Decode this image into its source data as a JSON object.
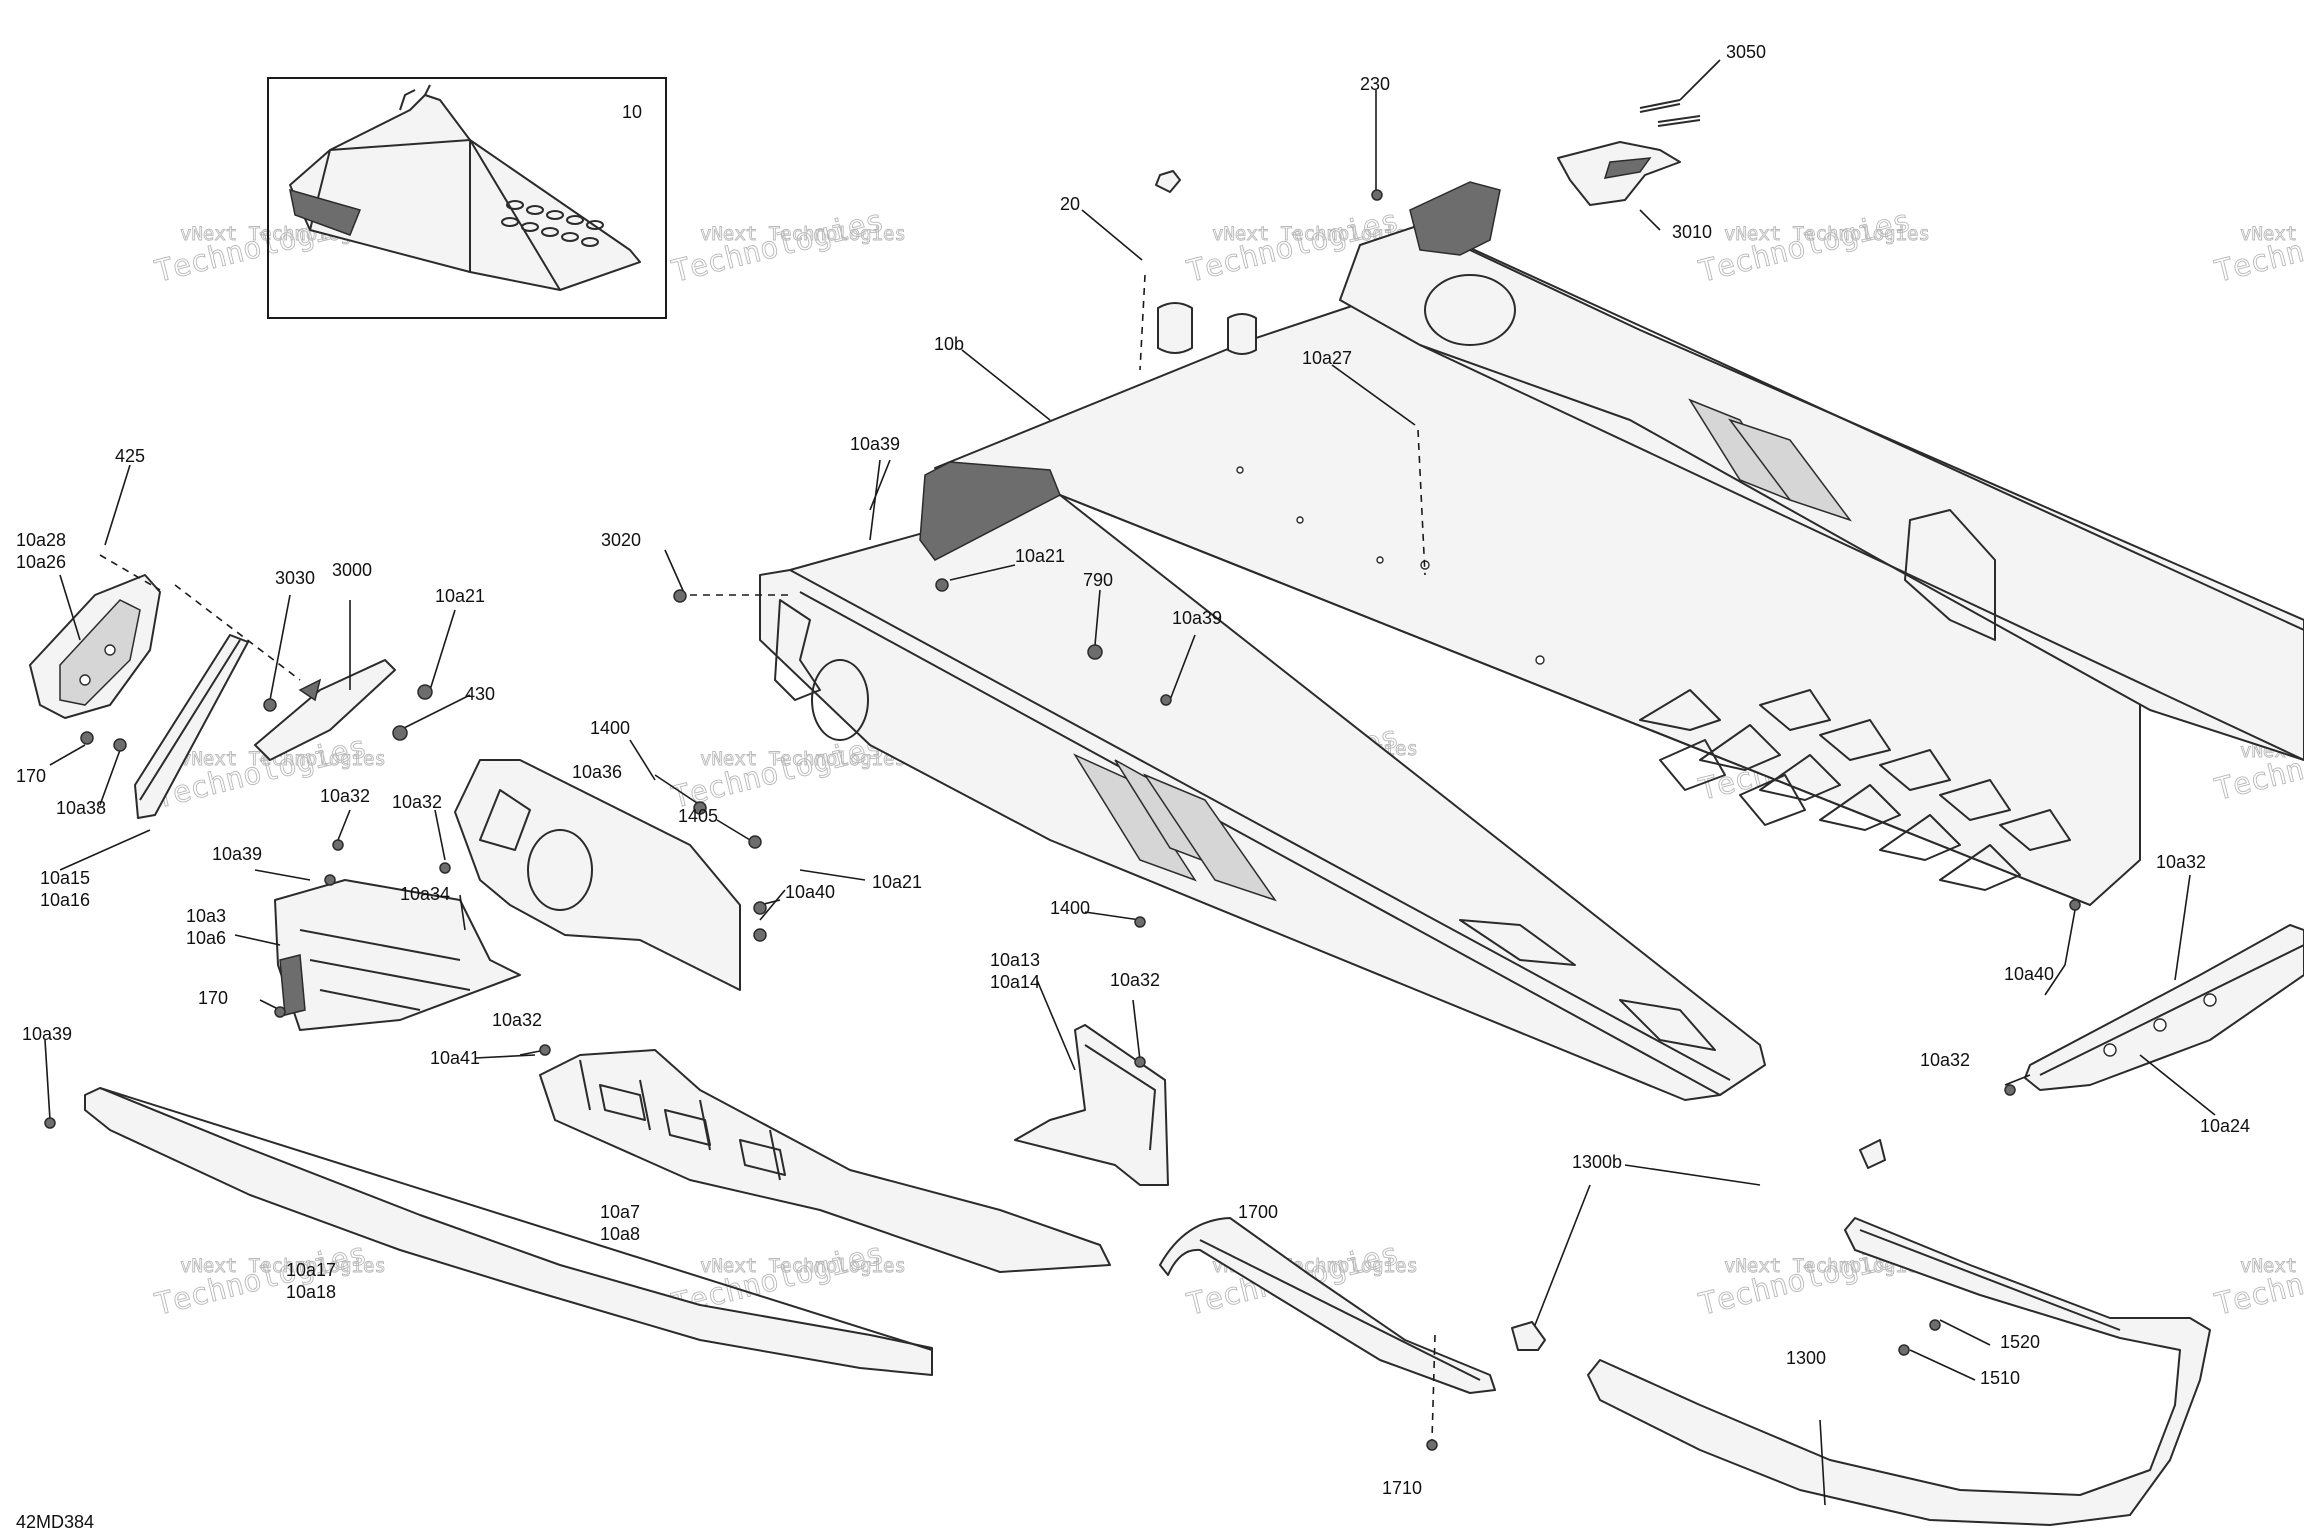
{
  "diagram_code": "42MD384",
  "inset_label": "10",
  "watermark": {
    "line1": "vNext Technologies",
    "line2": "Technologies"
  },
  "callouts": [
    {
      "text": "3050"
    },
    {
      "text": "230"
    },
    {
      "text": "3010"
    },
    {
      "text": "20"
    },
    {
      "text": "10b"
    },
    {
      "text": "10a27"
    },
    {
      "text": "10a39"
    },
    {
      "text": "425"
    },
    {
      "text": "10a28"
    },
    {
      "text": "10a26"
    },
    {
      "text": "3020"
    },
    {
      "text": "10a21"
    },
    {
      "text": "3030"
    },
    {
      "text": "3000"
    },
    {
      "text": "10a21"
    },
    {
      "text": "790"
    },
    {
      "text": "10a39"
    },
    {
      "text": "430"
    },
    {
      "text": "170"
    },
    {
      "text": "10a38"
    },
    {
      "text": "1400"
    },
    {
      "text": "10a36"
    },
    {
      "text": "1405"
    },
    {
      "text": "10a21"
    },
    {
      "text": "10a32"
    },
    {
      "text": "10a32"
    },
    {
      "text": "10a15"
    },
    {
      "text": "10a16"
    },
    {
      "text": "10a39"
    },
    {
      "text": "10a34"
    },
    {
      "text": "10a40"
    },
    {
      "text": "10a3"
    },
    {
      "text": "10a6"
    },
    {
      "text": "1400"
    },
    {
      "text": "10a32"
    },
    {
      "text": "10a40"
    },
    {
      "text": "10a13"
    },
    {
      "text": "10a14"
    },
    {
      "text": "10a32"
    },
    {
      "text": "170"
    },
    {
      "text": "10a32"
    },
    {
      "text": "10a39"
    },
    {
      "text": "10a41"
    },
    {
      "text": "10a32"
    },
    {
      "text": "10a24"
    },
    {
      "text": "1300b"
    },
    {
      "text": "10a7"
    },
    {
      "text": "10a8"
    },
    {
      "text": "1700"
    },
    {
      "text": "10a17"
    },
    {
      "text": "10a18"
    },
    {
      "text": "1520"
    },
    {
      "text": "1300"
    },
    {
      "text": "1510"
    },
    {
      "text": "1710"
    }
  ]
}
